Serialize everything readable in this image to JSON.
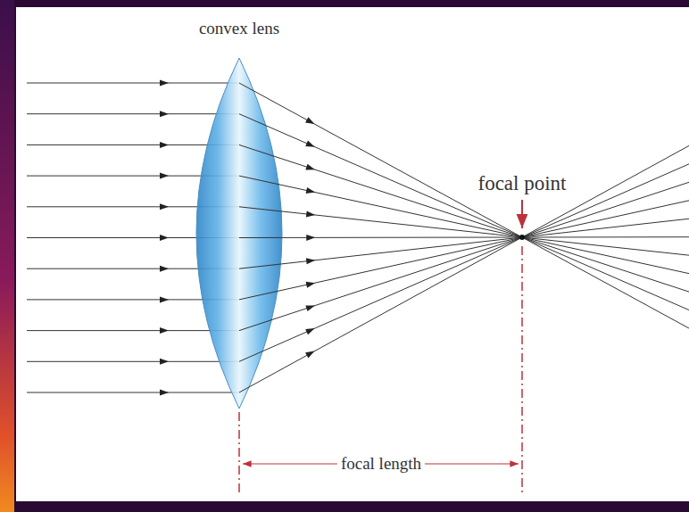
{
  "diagram": {
    "labels": [
      "convex lens",
      "focal point",
      "focal length"
    ]
  }
}
